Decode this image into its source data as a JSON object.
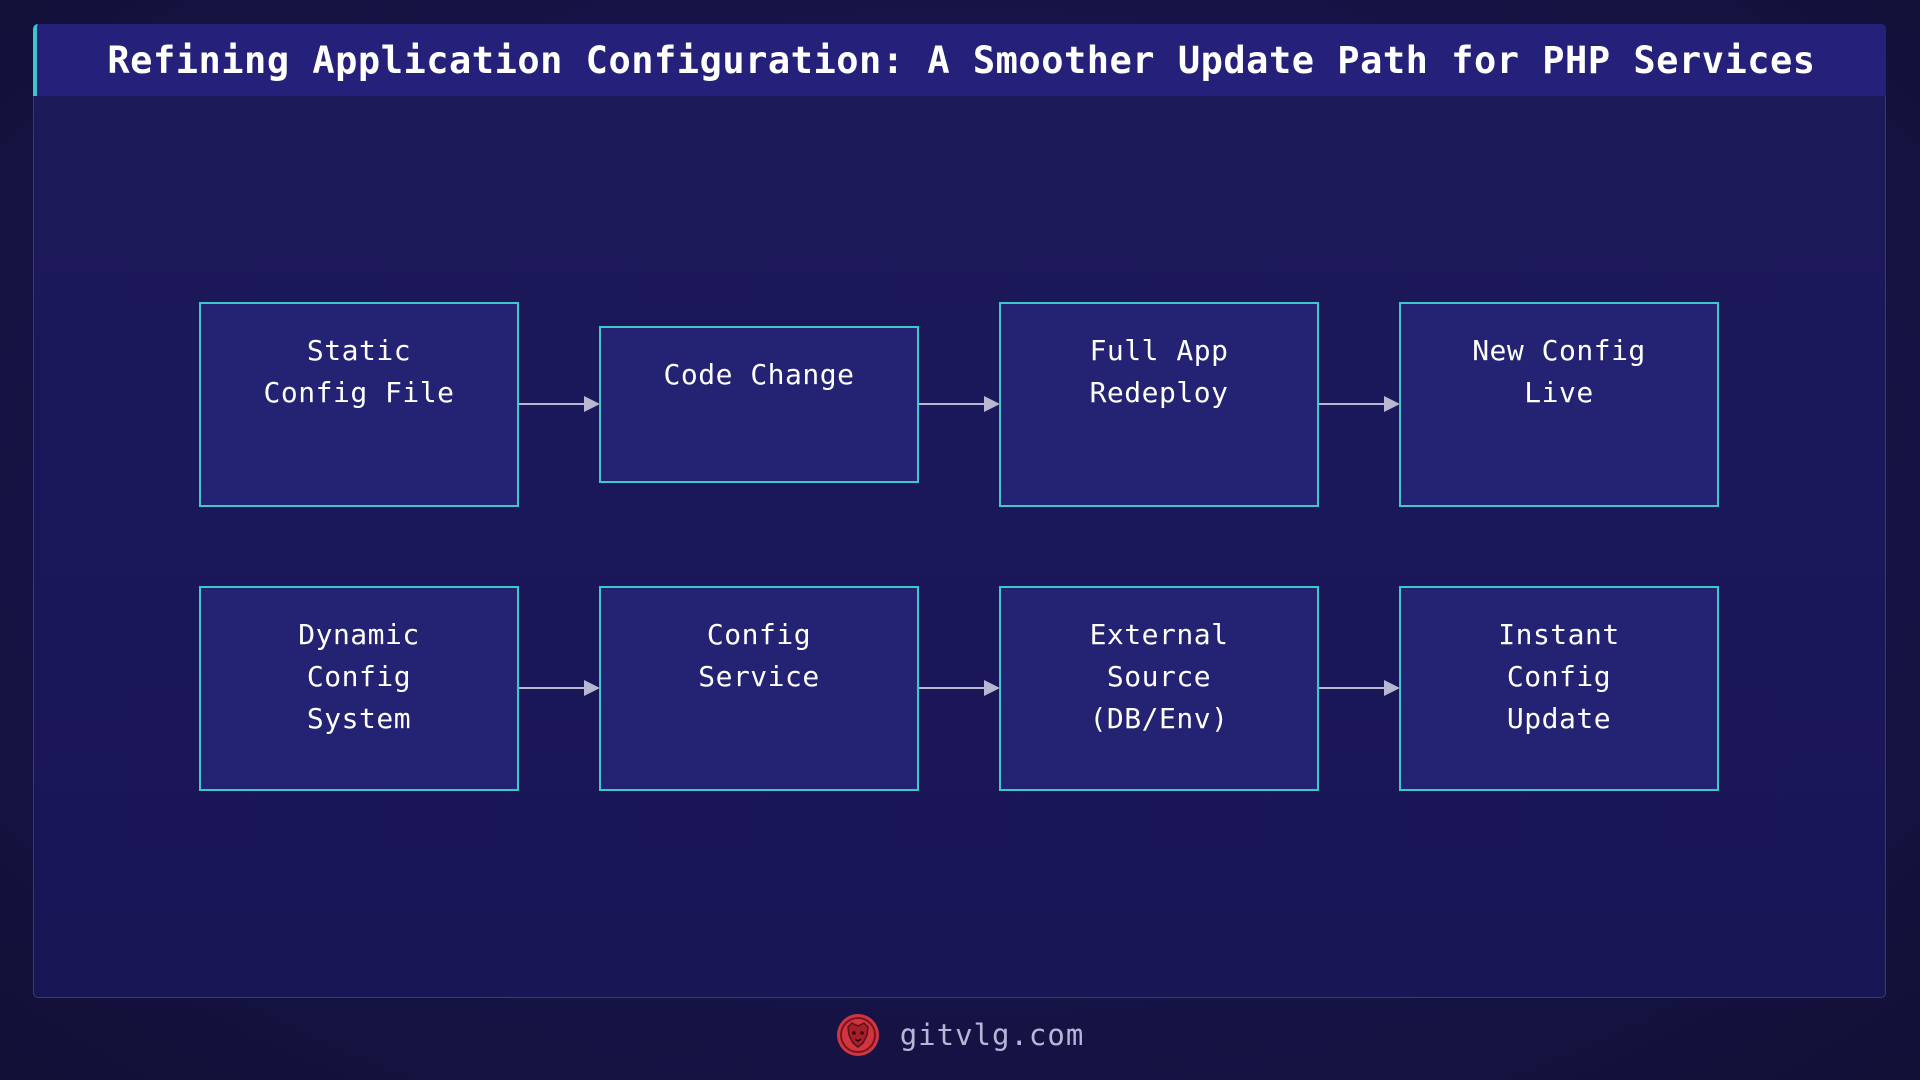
{
  "title": "Refining Application Configuration: A Smoother Update Path for PHP Services",
  "rows": [
    {
      "nodes": [
        {
          "id": "static-config-file",
          "lines": [
            "Static",
            "Config File"
          ]
        },
        {
          "id": "code-change",
          "lines": [
            "Code Change"
          ]
        },
        {
          "id": "full-app-redeploy",
          "lines": [
            "Full App",
            "Redeploy"
          ]
        },
        {
          "id": "new-config-live",
          "lines": [
            "New Config",
            "Live"
          ]
        }
      ]
    },
    {
      "nodes": [
        {
          "id": "dynamic-config-system",
          "lines": [
            "Dynamic",
            "Config",
            "System"
          ]
        },
        {
          "id": "config-service",
          "lines": [
            "Config",
            "Service"
          ]
        },
        {
          "id": "external-source",
          "lines": [
            "External",
            "Source",
            "(DB/Env)"
          ]
        },
        {
          "id": "instant-config-update",
          "lines": [
            "Instant",
            "Config",
            "Update"
          ]
        }
      ]
    }
  ],
  "footer": {
    "site": "gitvlg.com",
    "logo_icon": "lion-head-icon"
  },
  "colors": {
    "node_fill": "#242273",
    "node_border": "#3fc7cc",
    "arrow": "#b8b6d0",
    "title_bar": "#25217a",
    "accent": "#40c4cc",
    "logo": "#d1353f"
  }
}
